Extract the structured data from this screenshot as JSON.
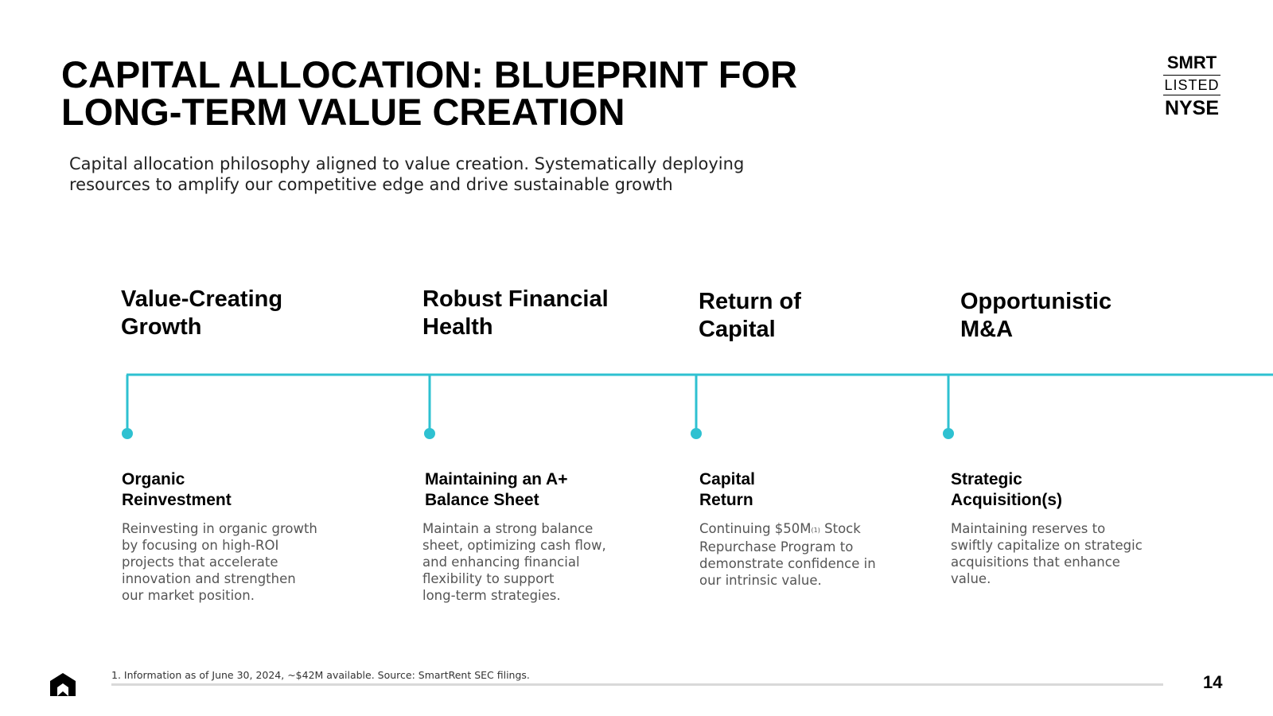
{
  "slide": {
    "title_lines": [
      "CAPITAL ALLOCATION: BLUEPRINT FOR",
      "LONG-TERM VALUE CREATION"
    ],
    "subtitle_lines": [
      "Capital allocation philosophy aligned to value creation. Systematically deploying",
      "resources to amplify our competitive edge and drive sustainable growth"
    ]
  },
  "badge": {
    "ticker": "SMRT",
    "listed": "LISTED",
    "exchange": "NYSE"
  },
  "accent_color": "#2ec1d1",
  "pillars": [
    {
      "heading": [
        "Value-Creating",
        "Growth"
      ],
      "item_title": [
        "Organic",
        "Reinvestment"
      ],
      "item_body": [
        "Reinvesting in organic growth",
        "by focusing on high-ROI",
        "projects that accelerate",
        "innovation and strengthen",
        "our market position."
      ]
    },
    {
      "heading": [
        "Robust Financial",
        "Health"
      ],
      "item_title": [
        "Maintaining an A+",
        "Balance Sheet"
      ],
      "item_body": [
        "Maintain a strong balance",
        "sheet, optimizing cash flow,",
        "and enhancing financial",
        "flexibility to support",
        "long-term strategies."
      ]
    },
    {
      "heading": [
        "Return of",
        "Capital"
      ],
      "item_title": [
        "Capital",
        "Return"
      ],
      "item_body_first_prefix": "Continuing $50M",
      "item_body_first_sup": "(1)",
      "item_body_first_suffix": " Stock",
      "item_body": [
        "Repurchase Program to",
        "demonstrate confidence in",
        "our intrinsic value."
      ]
    },
    {
      "heading": [
        "Opportunistic",
        "M&A"
      ],
      "item_title": [
        "Strategic",
        "Acquisition(s)"
      ],
      "item_body": [
        "Maintaining reserves to",
        "swiftly capitalize on strategic",
        "acquisitions that enhance",
        "value."
      ]
    }
  ],
  "footer": {
    "footnote": "1. Information as of June 30, 2024, ~$42M available.  Source: SmartRent SEC filings.",
    "page_number": "14",
    "logo_icon": "smartrent-logo-icon"
  }
}
